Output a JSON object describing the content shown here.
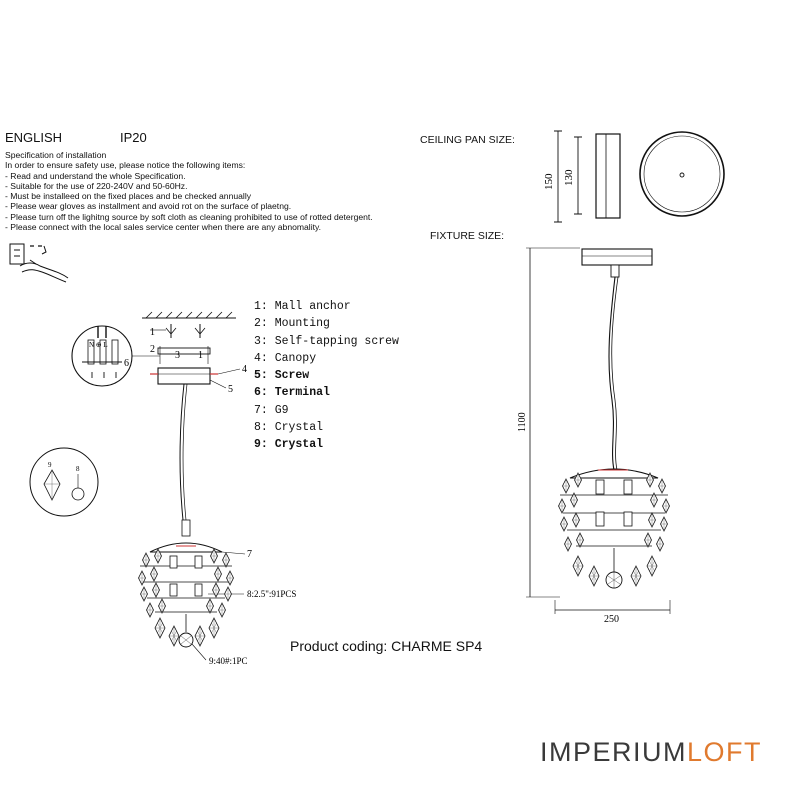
{
  "header": {
    "language": "ENGLISH",
    "ip_rating": "IP20",
    "ceiling_pan_size_label": "CEILING PAN  SIZE:",
    "fixture_size_label": "FIXTURE SIZE:"
  },
  "specification": {
    "title": "Specification of installation",
    "lines": [
      "In order to ensure safety use, please notice the following items:",
      "- Read and understand the whole Specification.",
      "- Suitable for the use of 220-240V and 50-60Hz.",
      "- Must be installeed on the fixed places and be checked annually",
      "- Please wear gloves as installment and avoid rot on the surface of plaetng.",
      "- Please turn off the lighitng source by soft cloth as cleaning prohibited to use of rotted detergent.",
      "- Please connect with the local sales service center when there are any abnomality."
    ]
  },
  "legend": {
    "items": [
      {
        "text": "1: Mall anchor",
        "bold": false
      },
      {
        "text": "2: Mounting",
        "bold": false
      },
      {
        "text": "3: Self-tapping screw",
        "bold": false
      },
      {
        "text": "4: Canopy",
        "bold": false
      },
      {
        "text": "5: Screw",
        "bold": true
      },
      {
        "text": "6: Terminal",
        "bold": true
      },
      {
        "text": "7: G9",
        "bold": false
      },
      {
        "text": "8: Crystal",
        "bold": false
      },
      {
        "text": "9: Crystal",
        "bold": true
      }
    ]
  },
  "diagram_labels": {
    "n1": "1",
    "n2": "2",
    "n3": "3",
    "n1b": "1",
    "n4": "4",
    "n5": "5",
    "n6": "6",
    "n7": "7",
    "crystal8": "8:2.5\":91PCS",
    "crystal9": "9:40#:1PC",
    "terminal_letters": "N  ⊕  L",
    "small9": "9",
    "small8": "8"
  },
  "dimensions": {
    "pan_height_outer": "150",
    "pan_height_inner": "130",
    "fixture_height": "1100",
    "fixture_width": "250"
  },
  "product_coding": "Product coding: CHARME SP4",
  "brand": {
    "part1": "IMPERIUM",
    "part2": "LOFT"
  },
  "colors": {
    "line": "#111111",
    "brand_gray": "#3a3a3a",
    "brand_accent": "#e07a2e"
  }
}
